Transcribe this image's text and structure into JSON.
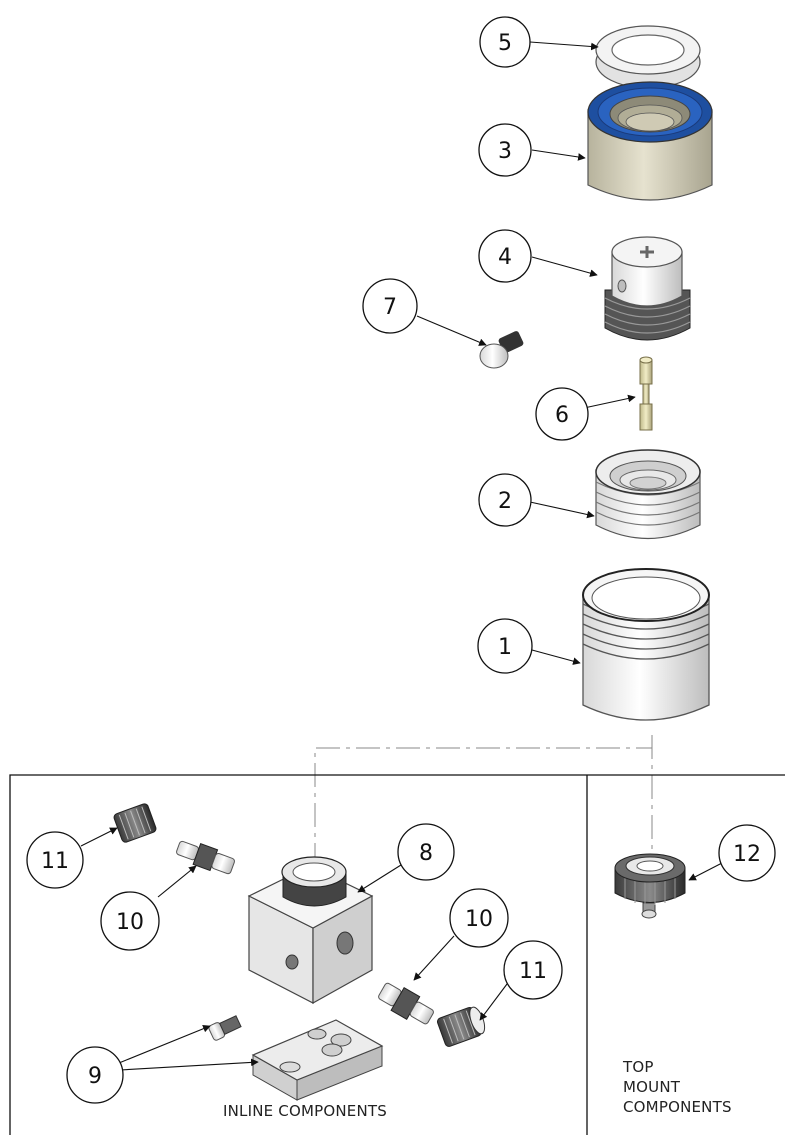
{
  "callouts": {
    "c5": "5",
    "c3": "3",
    "c4": "4",
    "c7": "7",
    "c6": "6",
    "c2": "2",
    "c1": "1",
    "c8": "8",
    "c11a": "11",
    "c10a": "10",
    "c10b": "10",
    "c11b": "11",
    "c9": "9",
    "c12": "12"
  },
  "panels": {
    "inline_label": "INLINE COMPONENTS",
    "top_mount_label_lines": [
      "TOP",
      "MOUNT",
      "COMPONENTS"
    ]
  }
}
